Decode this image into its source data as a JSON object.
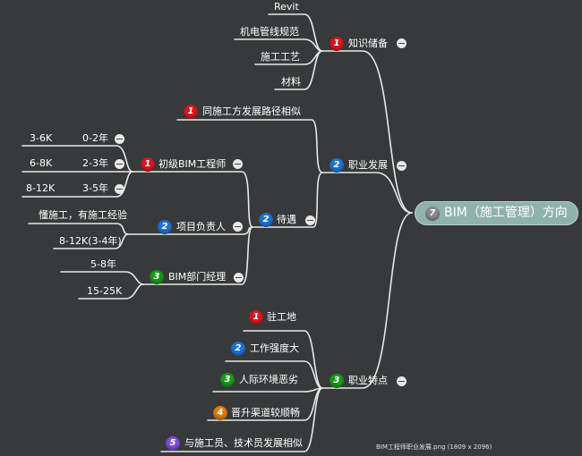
{
  "root": {
    "badge": "7",
    "label": "BIM（施工管理）方向"
  },
  "branches": {
    "knowledge": {
      "badge": "1",
      "label": "知识储备",
      "items": [
        "Revit",
        "机电管线规范",
        "施工工艺",
        "材料"
      ]
    },
    "career": {
      "badge": "2",
      "label": "职业发展",
      "same_path": {
        "badge": "1",
        "label": "同施工方发展路径相似"
      },
      "treatment": {
        "badge": "2",
        "label": "待遇",
        "junior": {
          "badge": "1",
          "label": "初级BIM工程师",
          "rows": [
            {
              "years": "0-2年",
              "salary": "3-6K"
            },
            {
              "years": "2-3年",
              "salary": "6-8K"
            },
            {
              "years": "3-5年",
              "salary": "8-12K"
            }
          ]
        },
        "project_lead": {
          "badge": "2",
          "label": "项目负责人",
          "requirement": "懂施工，有施工经验",
          "salary": "8-12K(3-4年)"
        },
        "dept_manager": {
          "badge": "3",
          "label": "BIM部门经理",
          "years": "5-8年",
          "salary": "15-25K"
        }
      }
    },
    "traits": {
      "badge": "3",
      "label": "职业特点",
      "items": [
        {
          "badge": "1",
          "label": "驻工地"
        },
        {
          "badge": "2",
          "label": "工作强度大"
        },
        {
          "badge": "3",
          "label": "人际环境恶劣"
        },
        {
          "badge": "4",
          "label": "晋升渠道较顺畅"
        },
        {
          "badge": "5",
          "label": "与施工员、技术员发展相似"
        }
      ]
    }
  },
  "caption": "BIM工程师职业发展.png (1809 x 2096)",
  "colors": {
    "background": "#37393a",
    "line": "#e8e8e8",
    "root_fill": "#8fb3aa",
    "badge_1": "#d6181f",
    "badge_2": "#1e73d8",
    "badge_3": "#1b9a1b",
    "badge_4": "#e07b10",
    "badge_5": "#7a4fd6",
    "badge_7": "#8a8a8a"
  }
}
